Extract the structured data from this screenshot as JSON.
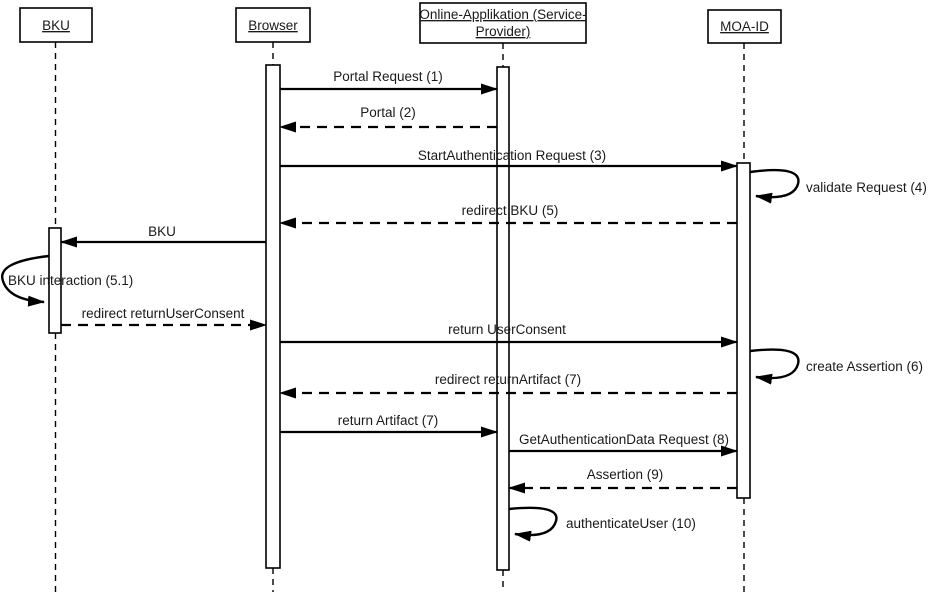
{
  "diagram": {
    "type": "uml-sequence-diagram",
    "background_color": "#ffffff",
    "line_color": "#000000",
    "text_color": "#1a1a1a",
    "actors": [
      {
        "id": "bku",
        "label": "BKU"
      },
      {
        "id": "browser",
        "label": "Browser"
      },
      {
        "id": "online_applikation",
        "label_line1": "Online-Applikation (Service-",
        "label_line2": "Provider)"
      },
      {
        "id": "moa_id",
        "label": "MOA-ID"
      }
    ],
    "messages": [
      {
        "label": "Portal Request (1)",
        "from": "browser",
        "to": "online_applikation",
        "style": "solid",
        "kind": "call"
      },
      {
        "label": "Portal (2)",
        "from": "online_applikation",
        "to": "browser",
        "style": "dashed",
        "kind": "return"
      },
      {
        "label": "StartAuthentication Request (3)",
        "from": "browser",
        "to": "moa_id",
        "style": "solid",
        "kind": "call"
      },
      {
        "label": "validate Request (4)",
        "from": "moa_id",
        "to": "moa_id",
        "style": "solid",
        "kind": "self"
      },
      {
        "label": "redirect BKU (5)",
        "from": "moa_id",
        "to": "browser",
        "style": "dashed",
        "kind": "return"
      },
      {
        "label": "BKU",
        "from": "browser",
        "to": "bku",
        "style": "solid",
        "kind": "call"
      },
      {
        "label": "BKU interaction (5.1)",
        "from": "bku",
        "to": "bku",
        "style": "solid",
        "kind": "self"
      },
      {
        "label": "redirect returnUserConsent",
        "from": "bku",
        "to": "browser",
        "style": "dashed",
        "kind": "return"
      },
      {
        "label": "return UserConsent",
        "from": "browser",
        "to": "moa_id",
        "style": "solid",
        "kind": "call"
      },
      {
        "label": "create Assertion (6)",
        "from": "moa_id",
        "to": "moa_id",
        "style": "solid",
        "kind": "self"
      },
      {
        "label": "redirect returnArtifact (7)",
        "from": "moa_id",
        "to": "browser",
        "style": "dashed",
        "kind": "return"
      },
      {
        "label": "return Artifact (7)",
        "from": "browser",
        "to": "online_applikation",
        "style": "solid",
        "kind": "call"
      },
      {
        "label": "GetAuthenticationData Request (8)",
        "from": "online_applikation",
        "to": "moa_id",
        "style": "solid",
        "kind": "call"
      },
      {
        "label": "Assertion (9)",
        "from": "moa_id",
        "to": "online_applikation",
        "style": "dashed",
        "kind": "return"
      },
      {
        "label": "authenticateUser (10)",
        "from": "online_applikation",
        "to": "online_applikation",
        "style": "solid",
        "kind": "self"
      }
    ]
  }
}
